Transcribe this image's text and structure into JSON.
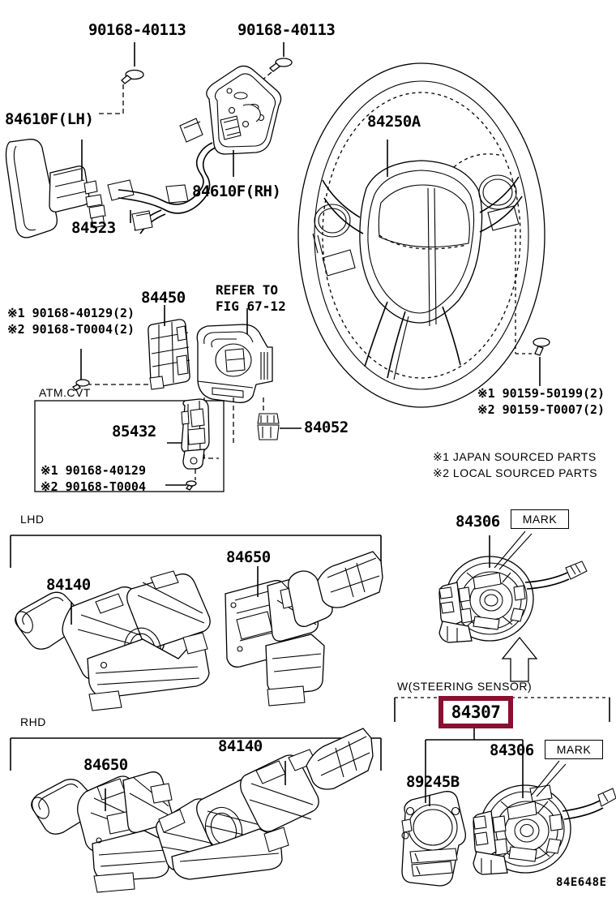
{
  "diagram": {
    "figure_code": "84E648E",
    "highlight_color": "#8B0F30"
  },
  "top_section": {
    "bolt_left_label": "90168-40113",
    "bolt_right_label": "90168-40113",
    "switch_lh_label": "84610F(LH)",
    "switch_rh_label": "84610F(RH)",
    "wire_label": "84523",
    "wheel_label": "84250A",
    "wheel_bolt_note_1": "※1 90159-50199(2)",
    "wheel_bolt_note_2": "※2 90159-T0007(2)"
  },
  "mid_section": {
    "screw_note_1": "※1 90168-40129(2)",
    "screw_note_2": "※2 90168-T0004(2)",
    "part_84450": "84450",
    "refer_line1": "REFER TO",
    "refer_line2": "FIG 67-12",
    "part_84052": "84052",
    "atm_cvt_title": "ATM.CVT",
    "atm_part": "85432",
    "atm_screw_note_1": "※1 90168-40129",
    "atm_screw_note_2": "※2 90168-T0004",
    "legend_1": "※1 JAPAN SOURCED PARTS",
    "legend_2": "※2 LOCAL SOURCED PARTS"
  },
  "lhd_section": {
    "title": "LHD",
    "part_left": "84140",
    "part_right": "84650"
  },
  "rhd_section": {
    "title": "RHD",
    "part_left": "84650",
    "part_right": "84140"
  },
  "spiral_upper": {
    "part": "84306",
    "mark_label": "MARK"
  },
  "steering_sensor_section": {
    "title": "W(STEERING SENSOR)",
    "highlighted_part": "84307",
    "part_sensor": "89245B",
    "part_spiral": "84306",
    "mark_label": "MARK"
  }
}
